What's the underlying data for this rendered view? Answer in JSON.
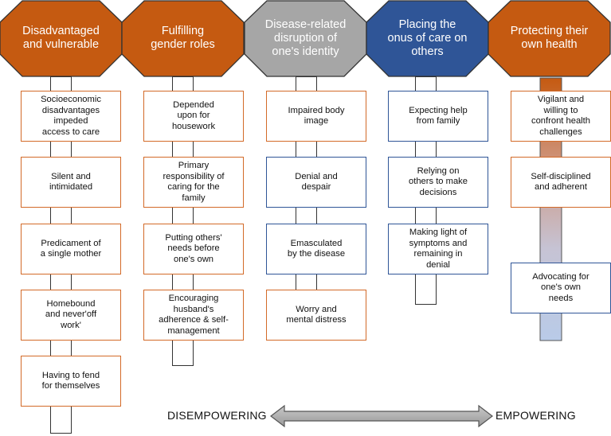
{
  "columns": [
    {
      "title": "Disadvantaged\nand vulnerable",
      "color": "#c55a11",
      "items": [
        "Socioeconomic\ndisadvantages\nimpeded\naccess to care",
        "Silent and\nintimidated",
        "Predicament of\na single mother",
        "Homebound\nand never'off\nwork'",
        "Having to fend\nfor themselves"
      ]
    },
    {
      "title": "Fulfilling\ngender roles",
      "color": "#c55a11",
      "items": [
        "Depended\nupon for\nhousework",
        "Primary\nresponsibility of\ncaring for the\nfamily",
        "Putting others'\nneeds before\none's own",
        "Encouraging\nhusband's\nadherence & self-\nmanagement"
      ]
    },
    {
      "title": "Disease-related\ndisruption of\none's identity",
      "color": "#a6a6a6",
      "items": [
        "Impaired body\nimage",
        "Denial and\ndespair",
        "Emasculated\nby the disease",
        "Worry and\nmental distress"
      ]
    },
    {
      "title": "Placing the\nonus of care on\nothers",
      "color": "#2f5597",
      "items": [
        "Expecting help\nfrom family",
        "Relying on\nothers to make\ndecisions",
        "Making light of\nsymptoms and\nremaining in\ndenial"
      ]
    },
    {
      "title": "Protecting their\nown health",
      "color": "#c55a11",
      "items": [
        "Vigilant and\nwilling to\nconfront health\nchallenges",
        "Self-disciplined\nand adherent",
        "Advocating for\none's own\nneeds"
      ]
    }
  ],
  "arrow": {
    "left_label": "DISEMPOWERING",
    "right_label": "EMPOWERING"
  }
}
